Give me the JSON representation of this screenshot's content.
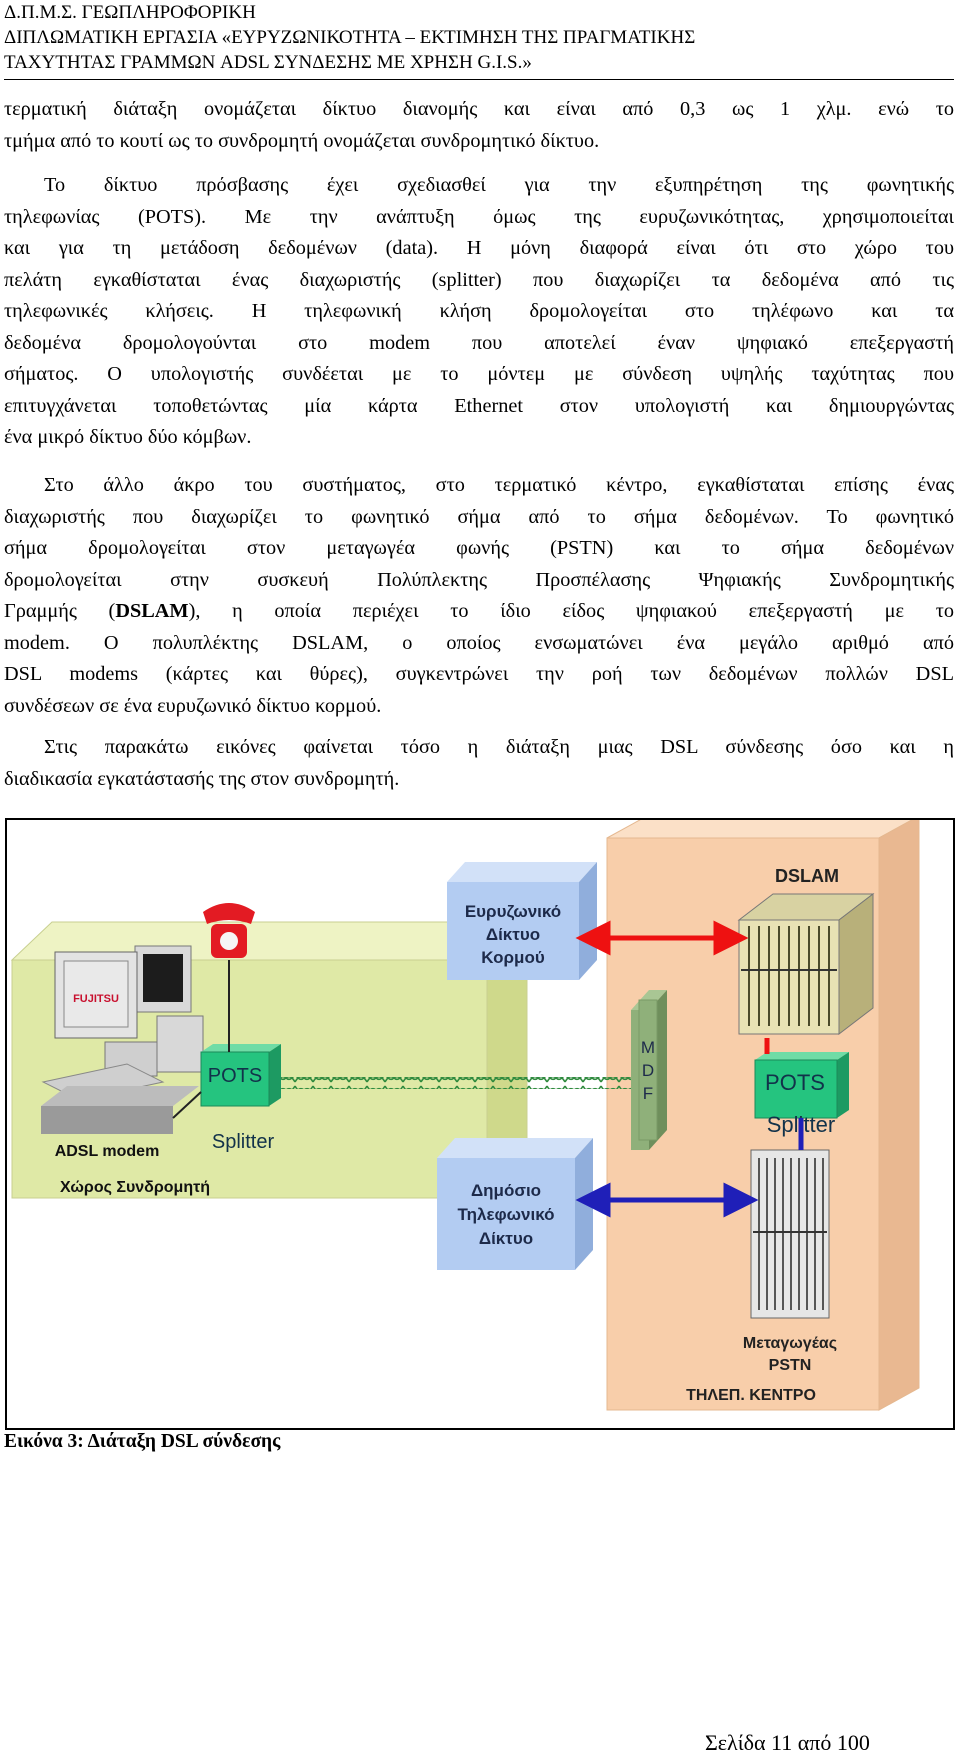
{
  "header": {
    "line1": "Δ.Π.Μ.Σ. ΓΕΩΠΛΗΡΟΦΟΡΙΚΗ",
    "line2": "ΔΙΠΛΩΜΑΤΙΚΗ ΕΡΓΑΣΙΑ «ΕΥΡΥΖΩΝΙΚΟΤΗΤΑ – ΕΚΤΙΜΗΣΗ ΤΗΣ ΠΡΑΓΜΑΤΙΚΗΣ",
    "line3": "ΤΑΧΥΤΗΤΑΣ ΓΡΑΜΜΩΝ ADSL ΣΥΝΔΕΣΗΣ ΜΕ ΧΡΗΣΗ G.I.S.»"
  },
  "paragraphs": {
    "p1": [
      "τερματική διάταξη ονομάζεται δίκτυο διανομής και είναι από 0,3 ως 1 χλμ. ενώ το",
      "τμήμα από το κουτί ως το συνδρομητή ονομάζεται συνδρομητικό δίκτυο."
    ],
    "p2": [
      "Το δίκτυο πρόσβασης έχει σχεδιασθεί για την εξυπηρέτηση της φωνητικής",
      "τηλεφωνίας (POTS). Με την ανάπτυξη όμως της ευρυζωνικότητας, χρησιμοποιείται",
      "και για τη  μετάδοση δεδομένων (data). Η μόνη διαφορά είναι ότι στο χώρο του",
      "πελάτη εγκαθίσταται ένας διαχωριστής (splitter) που διαχωρίζει τα δεδομένα από τις",
      "τηλεφωνικές κλήσεις. Η τηλεφωνική κλήση δρομολογείται στο τηλέφωνο και τα",
      "δεδομένα δρομολογούνται στο modem που αποτελεί έναν ψηφιακό επεξεργαστή",
      "σήματος. Ο υπολογιστής συνδέεται με το μόντεμ με σύνδεση υψηλής ταχύτητας που",
      "επιτυγχάνεται τοποθετώντας μία κάρτα Ethernet στον υπολογιστή και δημιουργώντας",
      "ένα μικρό δίκτυο δύο κόμβων."
    ],
    "p3": {
      "l1": "Στο άλλο άκρο του συστήματος, στο τερματικό κέντρο, εγκαθίσταται επίσης ένας",
      "l2": "διαχωριστής που διαχωρίζει το φωνητικό σήμα από το σήμα δεδομένων. Το φωνητικό",
      "l3": "σήμα δρομολογείται στον μεταγωγέα φωνής (PSTN) και το σήμα δεδομένων",
      "l4": "δρομολογείται στην συσκευή Πολύπλεκτης Προσπέλασης Ψηφιακής Συνδρομητικής",
      "l5a": "Γραμμής (",
      "l5b": "DSLAM",
      "l5c": "), η οποία περιέχει το ίδιο είδος ψηφιακού επεξεργαστή με το",
      "l6": "modem. Ο πολυπλέκτης DSLAM, ο οποίος ενσωματώνει ένα μεγάλο αριθμό από",
      "l7": "DSL modems (κάρτες και θύρες), συγκεντρώνει την ροή των δεδομένων πολλών DSL",
      "l8": "συνδέσεων σε ένα ευρυζωνικό δίκτυο κορμού."
    },
    "p4": [
      "Στις παρακάτω εικόνες φαίνεται τόσο η διάταξη μιας DSL σύνδεσης όσο και η",
      "διαδικασία εγκατάστασής της στον συνδρομητή."
    ]
  },
  "figure": {
    "dslam": "DSLAM",
    "backbone": [
      "Ευρυζωνικό",
      "Δίκτυο",
      "Κορμού"
    ],
    "mdf": [
      "M",
      "D",
      "F"
    ],
    "pots_left": "POTS",
    "splitter_left": "Splitter",
    "adsl_modem": "ADSL modem",
    "subscriber_area": "Χώρος Συνδρομητή",
    "fujitsu": "FUJITSU",
    "pots_right": "POTS",
    "splitter_right": "Splitter",
    "pstn_net": [
      "Δημόσιο",
      "Τηλεφωνικό",
      "Δίκτυο"
    ],
    "pstn_switch": [
      "Μεταγωγέας",
      "PSTN"
    ],
    "central_office": "ΤΗΛΕΠ. ΚΕΝΤΡΟ"
  },
  "caption": "Εικόνα 3: Διάταξη DSL σύνδεσης",
  "footer": "Σελίδα 11 από 100",
  "colors": {
    "subscriber_box": "#dfe9a6",
    "office_box": "#f8ceaa",
    "network_box": "#b3ccf2",
    "pots_green": "#25c47f",
    "mdf_green": "#8fb07a",
    "arrow_red": "#ee1111",
    "arrow_blue": "#1f1fb8"
  }
}
